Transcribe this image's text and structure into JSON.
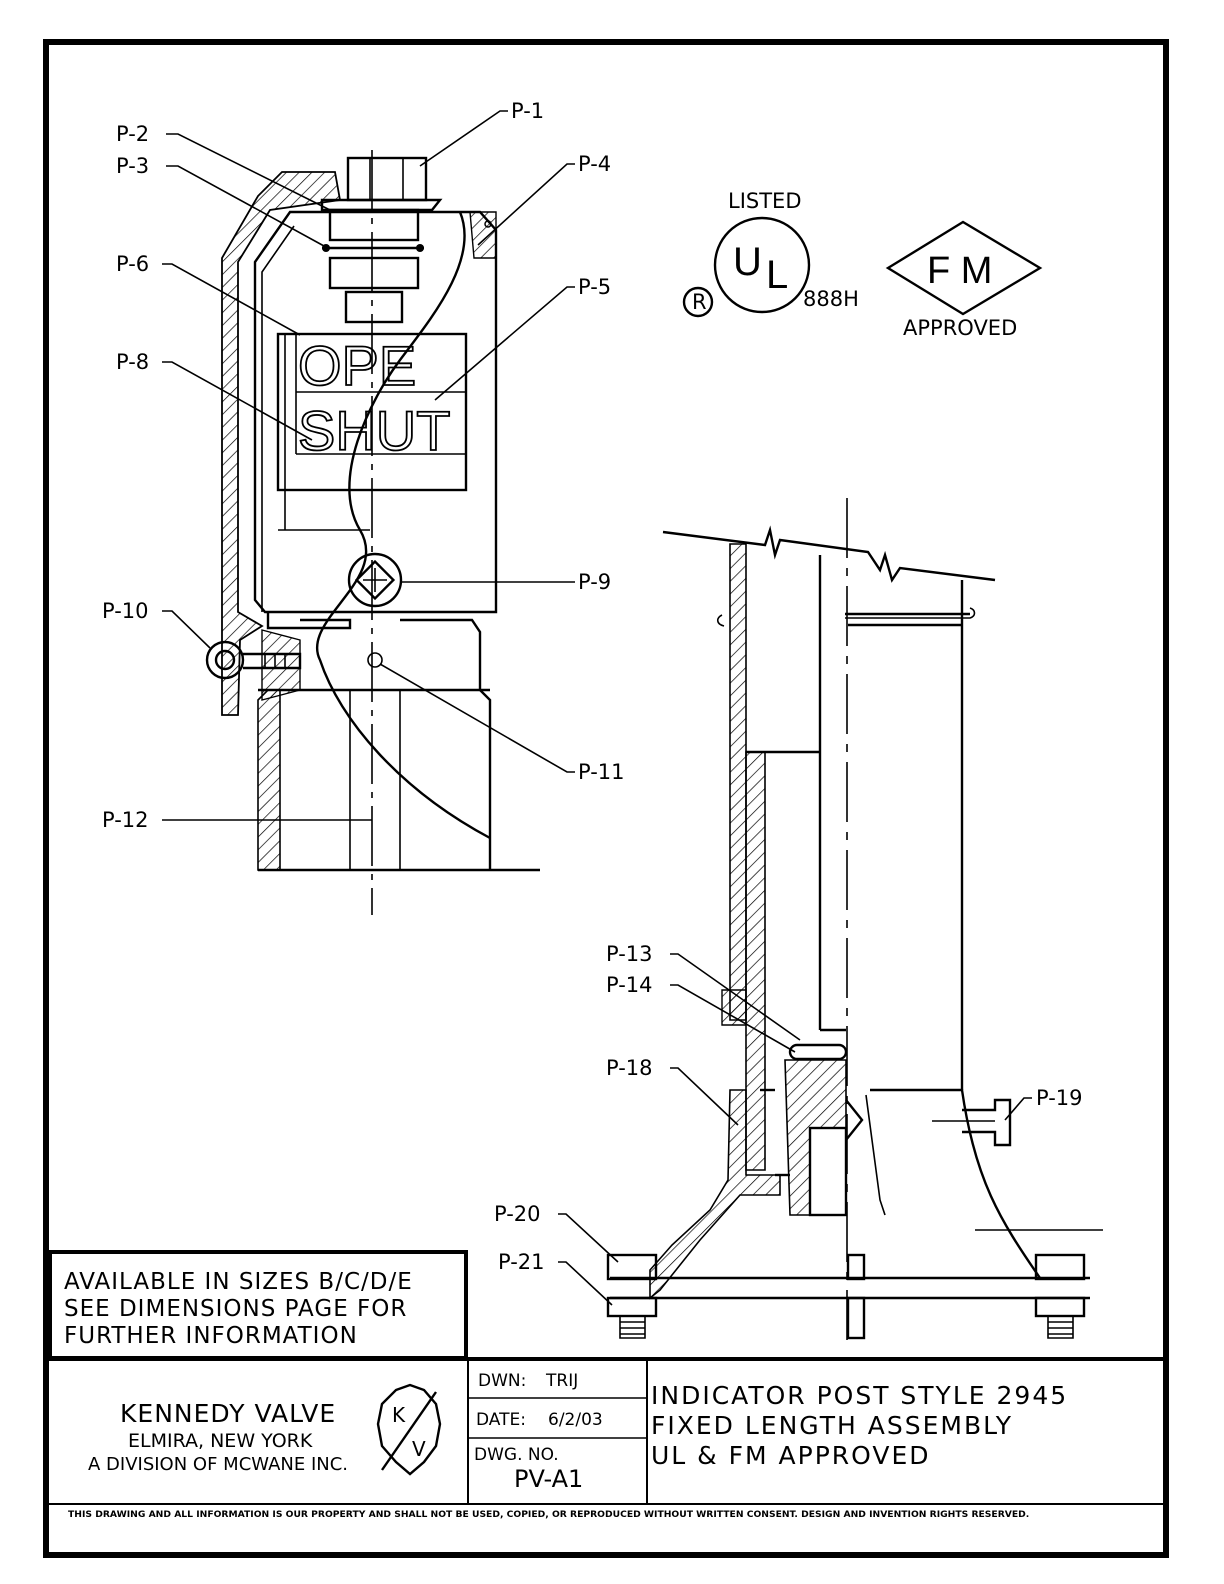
{
  "parts": [
    "P-1",
    "P-2",
    "P-3",
    "P-4",
    "P-5",
    "P-6",
    "P-8",
    "P-9",
    "P-10",
    "P-11",
    "P-12",
    "P-13",
    "P-14",
    "P-18",
    "P-19",
    "P-20",
    "P-21"
  ],
  "window_text": {
    "open": "OPE",
    "shut": "SHUT"
  },
  "ul_mark": {
    "listed": "LISTED",
    "u": "U",
    "l": "L",
    "file_no": "888H",
    "registered": "R"
  },
  "fm_mark": {
    "letters": "F M",
    "approved": "APPROVED"
  },
  "note": {
    "line1": "AVAILABLE IN SIZES B/C/D/E",
    "line2": "SEE DIMENSIONS PAGE FOR",
    "line3": "FURTHER INFORMATION"
  },
  "company": {
    "name": "KENNEDY VALVE",
    "city": "ELMIRA, NEW YORK",
    "division": "A DIVISION OF MCWANE INC.",
    "logo_k": "K",
    "logo_v": "V"
  },
  "drawing_info": {
    "dwn_label": "DWN:",
    "dwn_value": "TRIJ",
    "date_label": "DATE:",
    "date_value": "6/2/03",
    "dwg_label": "DWG. NO.",
    "dwg_value": "PV-A1"
  },
  "title": {
    "line1": "INDICATOR POST STYLE 2945",
    "line2": "FIXED LENGTH ASSEMBLY",
    "line3": "UL & FM APPROVED"
  },
  "footer": "THIS DRAWING AND ALL INFORMATION IS OUR PROPERTY AND SHALL NOT BE USED, COPIED, OR REPRODUCED WITHOUT WRITTEN CONSENT. DESIGN AND INVENTION RIGHTS RESERVED."
}
